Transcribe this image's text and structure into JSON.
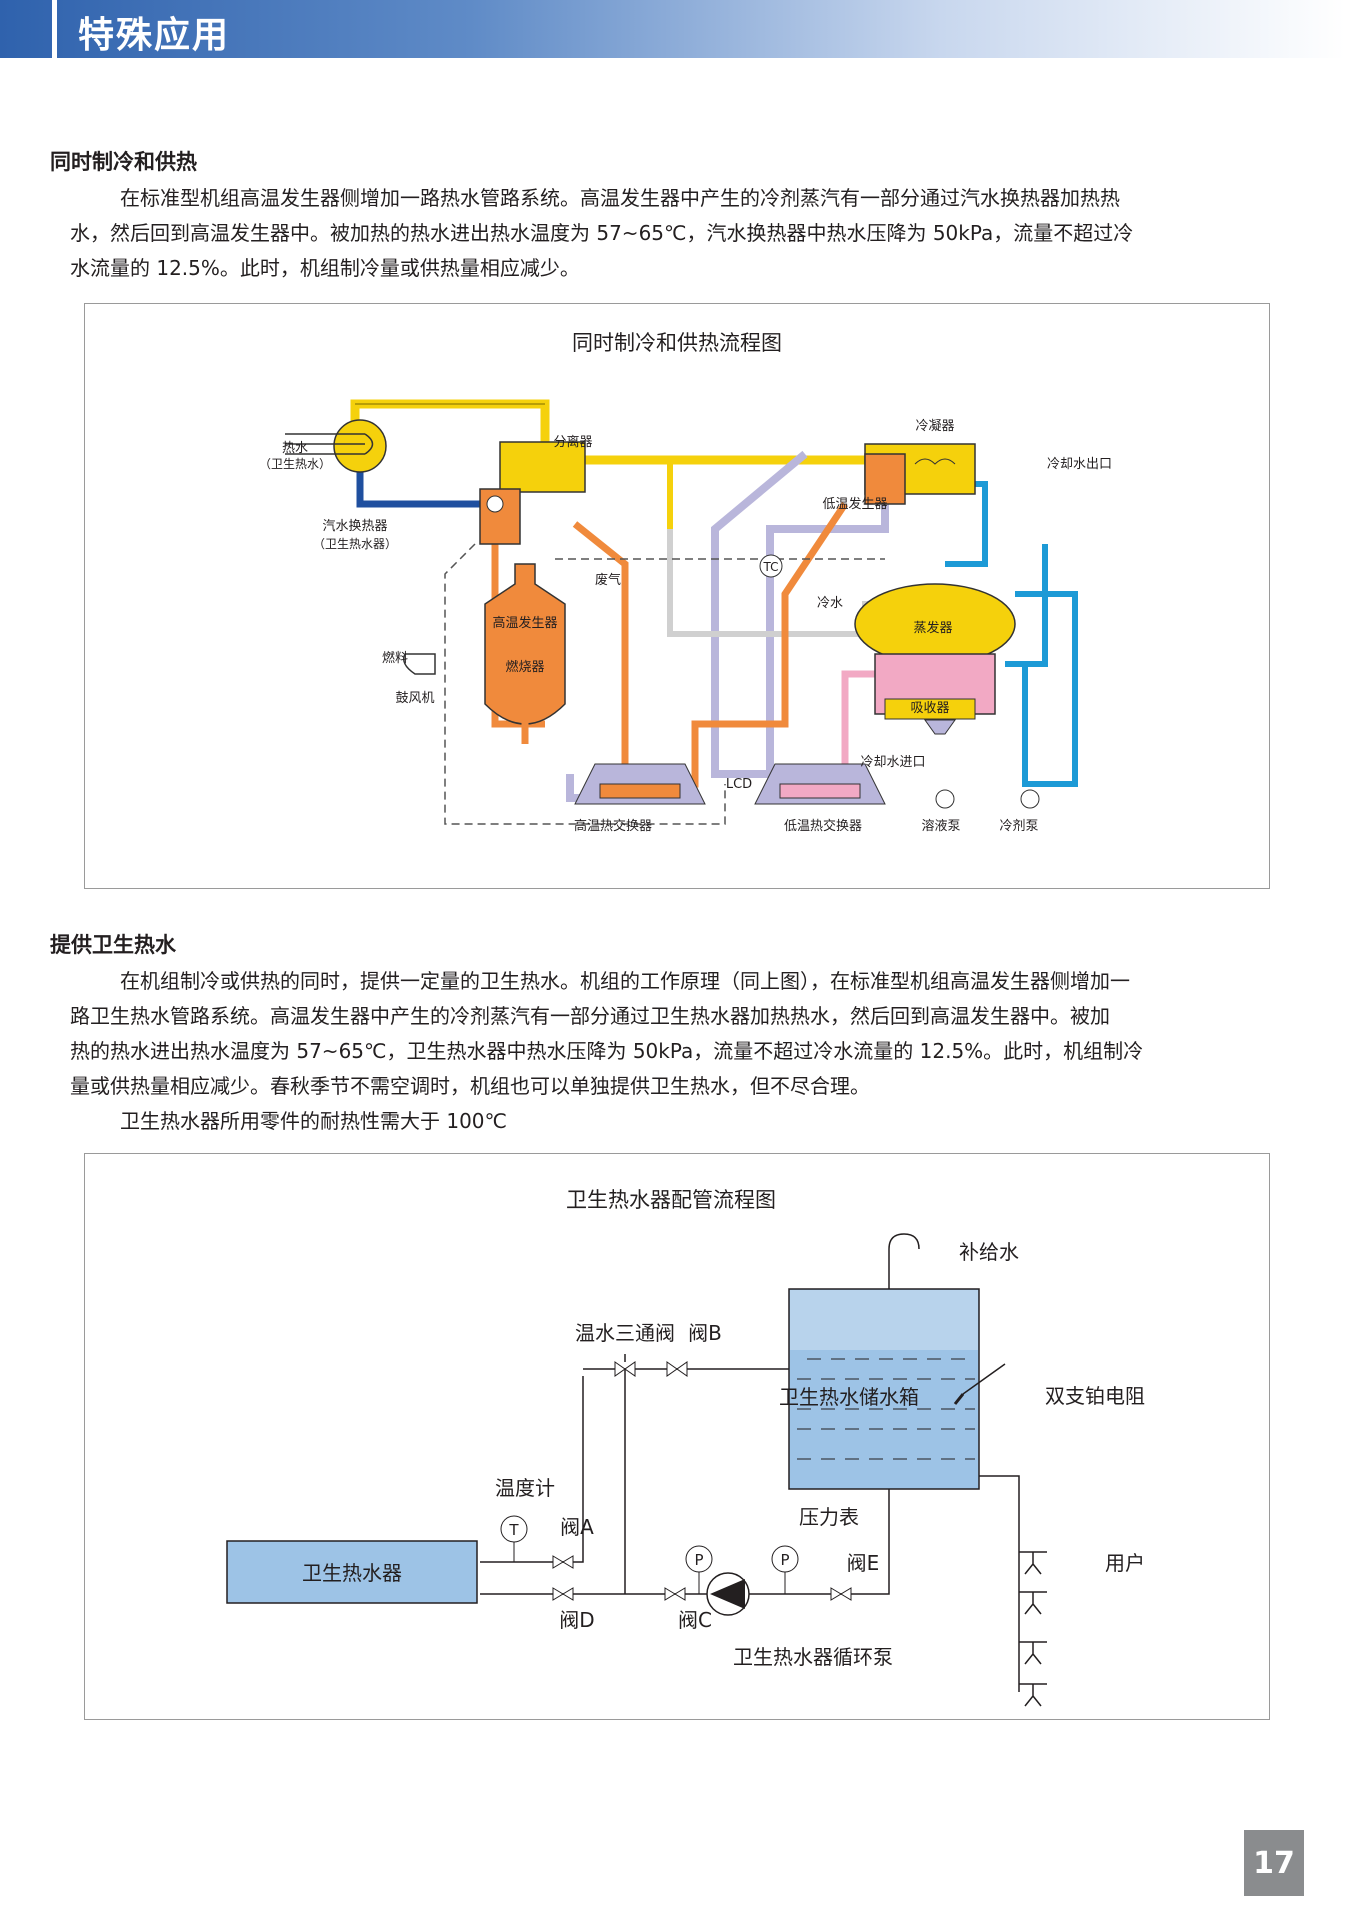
{
  "header": {
    "title": "特殊应用"
  },
  "section1": {
    "title": "同时制冷和供热",
    "lines": [
      "在标准型机组高温发生器侧增加一路热水管路系统。高温发生器中产生的冷剂蒸汽有一部分通过汽水换热器加热热",
      "水，然后回到高温发生器中。被加热的热水进出热水温度为 57~65℃，汽水换热器中热水压降为 50kPa，流量不超过冷",
      "水流量的 12.5%。此时，机组制冷量或供热量相应减少。"
    ]
  },
  "diagram1": {
    "title": "同时制冷和供热流程图",
    "labels": {
      "hot_water": "热水",
      "hot_water_sub": "（卫生热水）",
      "separator": "分离器",
      "condenser": "冷凝器",
      "cooling_out": "冷却水出口",
      "low_gen": "低温发生器",
      "exchanger": "汽水换热器",
      "exchanger_sub": "（卫生热水器）",
      "tc": "TC",
      "exhaust": "废气",
      "high_gen": "高温发生器",
      "burner": "燃烧器",
      "fuel": "燃料",
      "blower": "鼓风机",
      "chilled": "冷水",
      "evaporator": "蒸发器",
      "absorber": "吸收器",
      "cooling_in": "冷却水进口",
      "lcd": "LCD",
      "high_hx": "高温热交换器",
      "low_hx": "低温热交换器",
      "sol_pump": "溶液泵",
      "ref_pump": "冷剂泵"
    }
  },
  "section2": {
    "title": "提供卫生热水",
    "lines": [
      "在机组制冷或供热的同时，提供一定量的卫生热水。机组的工作原理（同上图），在标准型机组高温发生器侧增加一",
      "路卫生热水管路系统。高温发生器中产生的冷剂蒸汽有一部分通过卫生热水器加热热水，然后回到高温发生器中。被加",
      "热的热水进出热水温度为 57~65℃，卫生热水器中热水压降为 50kPa，流量不超过冷水流量的 12.5%。此时，机组制冷",
      "量或供热量相应减少。春秋季节不需空调时，机组也可以单独提供卫生热水，但不尽合理。",
      "卫生热水器所用零件的耐热性需大于 100℃"
    ]
  },
  "diagram2": {
    "title": "卫生热水器配管流程图",
    "labels": {
      "makeup": "补给水",
      "three_way": "温水三通阀",
      "valve_b": "阀B",
      "tank": "卫生热水储水箱",
      "rtd": "双支铂电阻",
      "thermometer": "温度计",
      "valve_a": "阀A",
      "pressure_gauge": "压力表",
      "heater": "卫生热水器",
      "valve_e": "阀E",
      "user": "用户",
      "valve_d": "阀D",
      "valve_c": "阀C",
      "pump": "卫生热水器循环泵",
      "t": "T",
      "p": "P"
    }
  },
  "page_number": "17",
  "colors": {
    "yellow": "#f5d10c",
    "orange": "#f08a3c",
    "navy": "#1f4f9f",
    "cyan": "#1d9ad6",
    "lavender": "#b9b6db",
    "pink": "#f2a9c4",
    "tank": "#9dc3e6"
  }
}
